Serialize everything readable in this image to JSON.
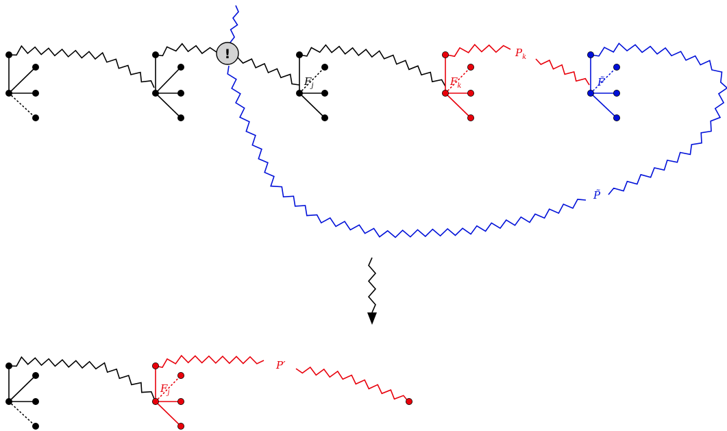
{
  "colors": {
    "black": "#000000",
    "red": "#e8000b",
    "blue": "#0010d8",
    "special_fill": "#d3d3d3"
  },
  "labels": {
    "fj_top": {
      "base": "F",
      "sub": "j"
    },
    "fk": {
      "base": "F",
      "sub": "k"
    },
    "ftilde": {
      "base": "F̃",
      "sub": ""
    },
    "pk": {
      "base": "P",
      "sub": "k"
    },
    "ptilde": {
      "base": "P̃",
      "sub": ""
    },
    "fj_bottom": {
      "base": "F",
      "sub": "j"
    },
    "pprime": {
      "base": "P′",
      "sub": ""
    }
  },
  "special_vertex_glyph": "!"
}
